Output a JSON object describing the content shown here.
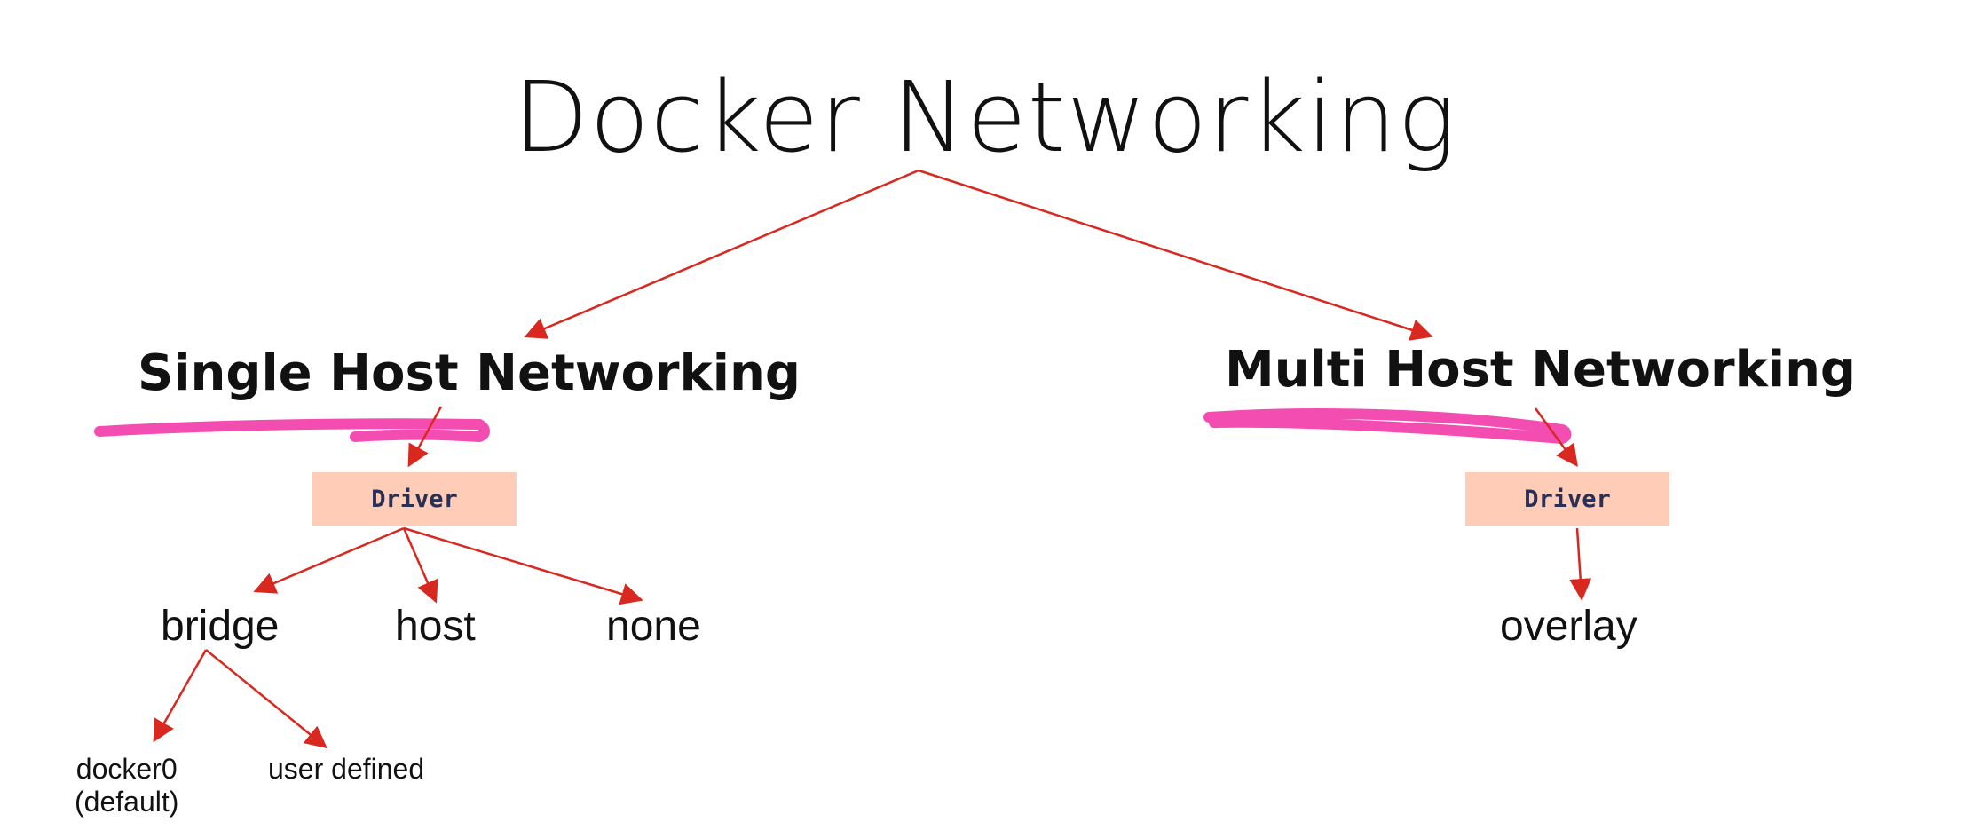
{
  "diagram": {
    "title": "Docker Networking",
    "single_host": {
      "title": "Single Host Networking",
      "driver_label": "Driver",
      "drivers": [
        "bridge",
        "host",
        "none"
      ],
      "bridge_children": {
        "docker0_line1": "docker0",
        "docker0_line2": "(default)",
        "user_defined": "user defined"
      }
    },
    "multi_host": {
      "title": "Multi Host Networking",
      "driver_label": "Driver",
      "drivers": [
        "overlay"
      ]
    },
    "colors": {
      "arrow": "#d8281f",
      "highlight": "#f23aa8",
      "driver_box": "#ffccb8",
      "driver_text": "#2a2f55",
      "text": "#111111"
    }
  }
}
